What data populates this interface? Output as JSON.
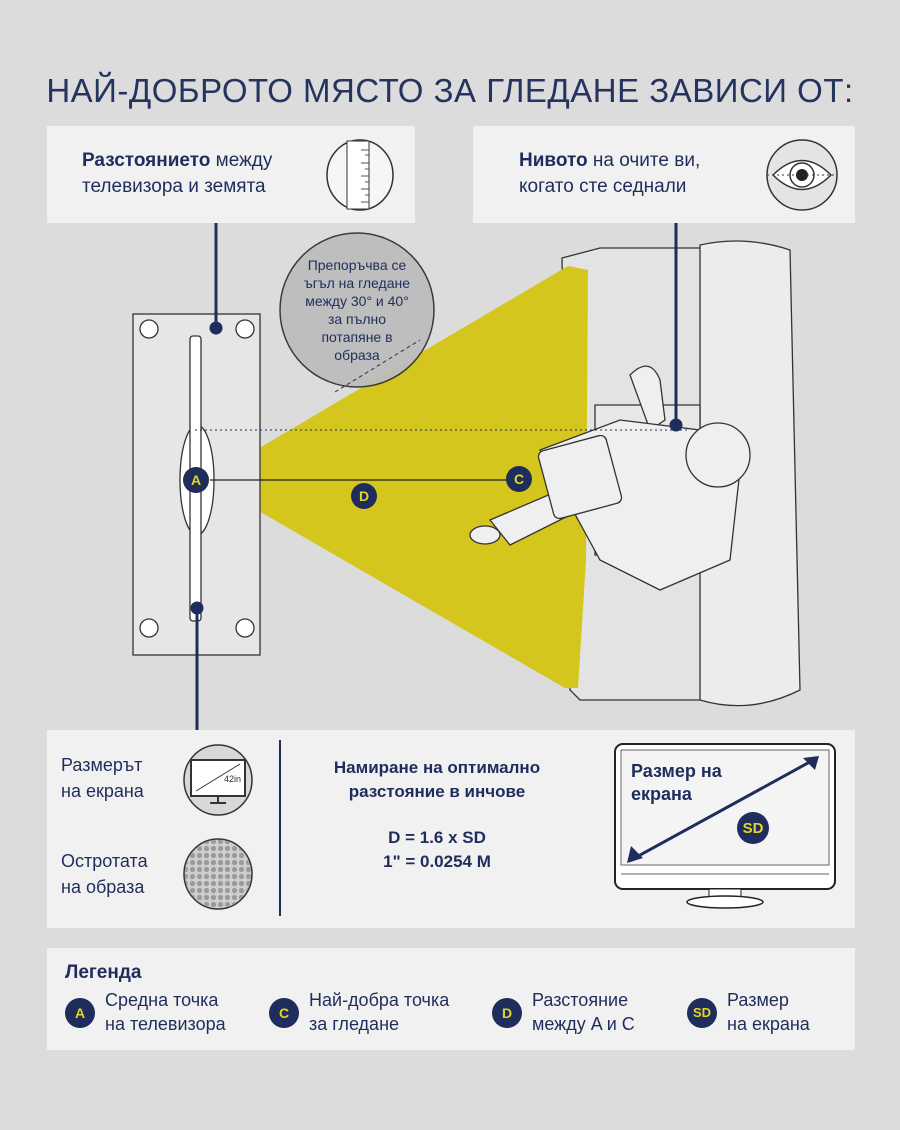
{
  "title": "НАЙ-ДОБРОТО МЯСТО ЗА ГЛЕДАНЕ ЗАВИСИ ОТ:",
  "top_left": {
    "bold": "Разстоянието",
    "rest1": " между",
    "line2": "телевизора и земята",
    "icon": "ruler-icon"
  },
  "top_right": {
    "bold": "Нивото",
    "rest1": " на очите ви,",
    "line2": "когато сте седнали",
    "icon": "eye-icon"
  },
  "recommendation": {
    "lines": [
      "Препоръчва се",
      "ъгъл на гледане",
      "между 30° и 40°",
      "за пълно",
      "потапяне в",
      "образа"
    ]
  },
  "markers": {
    "A": "A",
    "C": "C",
    "D": "D",
    "SD": "SD"
  },
  "bottom": {
    "screen_size": {
      "line1": "Размерът",
      "line2": "на екрана",
      "icon_label": "42in"
    },
    "sharpness": {
      "line1": "Остротата",
      "line2": "на образа"
    },
    "heading1": "Намиране на оптимално",
    "heading2": "разстояние в инчове",
    "formula1": "D = 1.6 x SD",
    "formula2": "1\" = 0.0254 M",
    "tv_label1": "Размер на",
    "tv_label2": "екрана"
  },
  "legend": {
    "title": "Легенда",
    "items": [
      {
        "badge": "A",
        "line1": "Средна точка",
        "line2": "на телевизора"
      },
      {
        "badge": "C",
        "line1": "Най-добра точка",
        "line2": "за гледане"
      },
      {
        "badge": "D",
        "line1": "Разстояние",
        "line2": "между A и C"
      },
      {
        "badge": "SD",
        "line1": "Размер",
        "line2": "на екрана"
      }
    ]
  },
  "colors": {
    "navy": "#1f2d5c",
    "yellow": "#d4c61c",
    "background": "#dcdcdc",
    "panel": "#f1f1f1"
  }
}
